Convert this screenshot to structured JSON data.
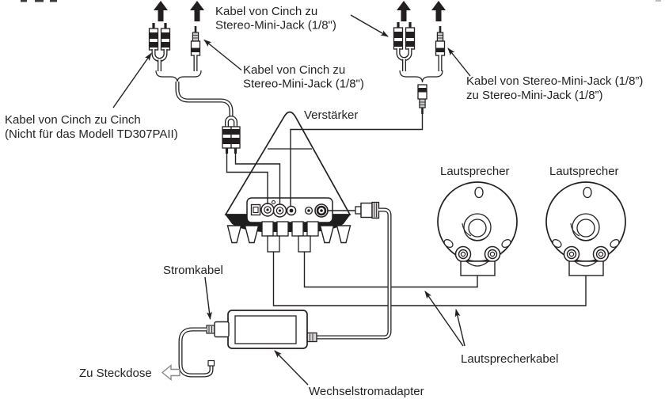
{
  "diagram": {
    "type": "audio-connection-diagram",
    "language": "de",
    "labels": {
      "top_cable": {
        "lines": [
          "Kabel von Cinch zu",
          "Stereo-Mini-Jack (1/8\")"
        ]
      },
      "mid_cable": {
        "lines": [
          "Kabel von Cinch zu",
          "Stereo-Mini-Jack (1/8\")"
        ]
      },
      "cinch_cable": {
        "lines": [
          "Kabel von Cinch zu Cinch",
          "(Nicht für das Modell TD307PAII)"
        ]
      },
      "minijack_cable": {
        "lines": [
          "Kabel von Stereo-Mini-Jack (1/8”)",
          "zu Stereo-Mini-Jack (1/8”)"
        ]
      },
      "amplifier": "Verstärker",
      "speakers": [
        "Lautsprecher",
        "Lautsprecher"
      ],
      "power_cable": "Stromkabel",
      "to_outlet": "Zu Steckdose",
      "ac_adapter": "Wechselstromadapter",
      "speaker_cable": "Lautsprecherkabel"
    },
    "colors": {
      "line": "#231f20",
      "base_fill": "#1d1d1d",
      "background": "#ffffff",
      "connector_gray": "#c9c9c9"
    }
  }
}
